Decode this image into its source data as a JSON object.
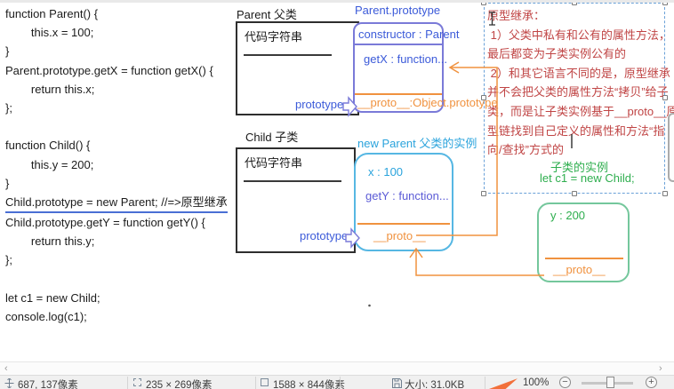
{
  "code": {
    "lines": [
      "function Parent() {",
      "        this.x = 100;",
      "}",
      "Parent.prototype.getX = function getX() {",
      "        return this.x;",
      "};",
      "",
      "function Child() {",
      "        this.y = 200;",
      "}",
      "Child.prototype = new Parent; //=>原型继承",
      "Child.prototype.getY = function getY() {",
      "        return this.y;",
      "};",
      "",
      "let c1 = new Child;",
      "console.log(c1);"
    ]
  },
  "diagram": {
    "parent_label": "Parent 父类",
    "child_label": "Child 子类",
    "parent_code_string": "代码字符串",
    "child_code_string": "代码字符串",
    "parent_prototype_pointer": "prototype",
    "child_prototype_pointer": "prototype",
    "parent_prototype_title": "Parent.prototype",
    "constructor_row": "constructor : Parent",
    "getx_row": "getX : function...",
    "proto_object_prototype": "__proto__:Object.prototype",
    "new_parent_title": "new Parent 父类的实例",
    "x_row": "x : 100",
    "gety_row": "getY : function...",
    "instance_proto_row": "__proto__",
    "c1_y_row": "y : 200",
    "c1_proto_row": "__proto__",
    "child_instance_note_title": "子类的实例",
    "child_instance_note_code": "let c1 = new Child;"
  },
  "annotation": {
    "lines": [
      "原型继承：",
      " 1）父类中私有和公有的属性方法，",
      "最后都变为子类实例公有的",
      " 2）和其它语言不同的是，原型继承",
      "并不会把父类的属性方法“拷贝”给子",
      "类，而是让子类实例基于__proto__原",
      "型链找到自己定义的属性和方法“指",
      "向/查找”方式的"
    ]
  },
  "scrollbar": {
    "left_arrow": "‹",
    "right_arrow": "›"
  },
  "status_bar": {
    "cursor_position": "687, 137像素",
    "selection_size": "235 × 269像素",
    "image_size": "1588 × 844像素",
    "file_size": "大小: 31.0KB",
    "zoom_level": "100%",
    "zoom_out_glyph": "−",
    "zoom_in_glyph": "+"
  },
  "colors": {
    "annotation_red": "#c04545",
    "label_blue": "#3c5bd9",
    "box_purple_blue": "#7a7ad8",
    "instance_cyan": "#2aa3dc",
    "connector_orange": "#f0923f",
    "instance_green": "#2eae4e",
    "selection_dash_blue": "#6aa1d8"
  }
}
